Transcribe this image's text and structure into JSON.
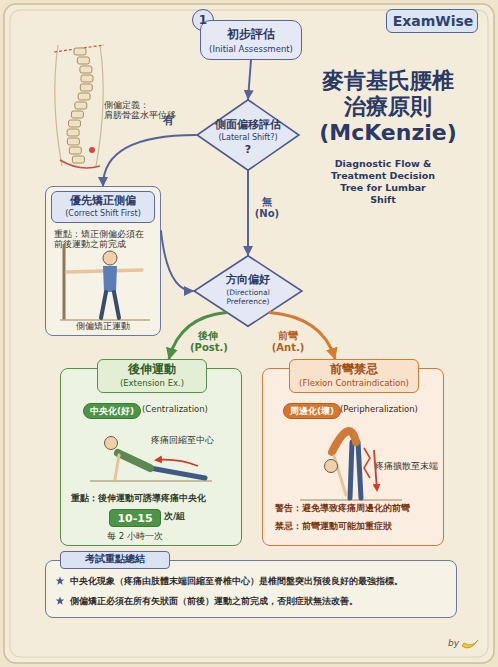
{
  "diagram": {
    "title": "麥肯基氏腰椎 治療原則 (McKenzie)",
    "nodes": [
      {
        "text": [
          "ExamWise"
        ]
      },
      {
        "text": [
          "1"
        ]
      },
      {
        "text": [
          "初步評估",
          "(Initial Assessment)"
        ]
      },
      {
        "text": [
          "側面偏移評估",
          "(Lateral Shift?)",
          "?"
        ]
      },
      {
        "text": [
          "優先矯正側偏",
          "(Correct Shift First)",
          "重點：矯正側偏必須在 前後運動之前完成",
          "側偏矯正運動"
        ]
      },
      {
        "text": [
          "方向偏好",
          "(Directional Preference)"
        ]
      },
      {
        "text": [
          "後伸運動",
          "(Extension Ex.)",
          "疼痛回縮至中心",
          "重點：後伸運動可誘導疼痛中央化"
        ]
      },
      {
        "text": [
          "中央化(好)"
        ],
        "in": 6
      },
      {
        "text": [
          "10-15"
        ],
        "in": 6
      },
      {
        "text": [
          "前彎禁忌",
          "(Flexion Contraindication)",
          "疼痛擴散至末端",
          "警告：避免導致疼痛周邊化的前彎",
          "禁忌：前彎運動可能加重症狀"
        ]
      },
      {
        "text": [
          "周邊化(壞)"
        ],
        "in": 9
      },
      {
        "text": [
          "考試重點總結",
          "中央化現象（疼痛由肢體末端回縮至脊椎中心）是椎間盤突出預後良好的最強指標。",
          "側偏矯正必須在所有矢狀面（前後）運動之前完成，否則症狀無法改善。"
        ]
      }
    ],
    "edges": [
      {
        "from": 2,
        "to": 3,
        "arrow": "to"
      },
      {
        "from": 3,
        "to": 4,
        "label": "有",
        "arrow": "to"
      },
      {
        "from": 3,
        "to": 5,
        "label": "無 (No)",
        "arrow": "to"
      },
      {
        "from": 4,
        "to": 5,
        "arrow": "to"
      },
      {
        "from": 5,
        "to": 6,
        "label": "後伸 (Post.)",
        "arrow": "to"
      },
      {
        "from": 5,
        "to": 9,
        "label": "前彎 (Ant.)",
        "arrow": "to"
      }
    ],
    "labels": [
      "Diagnostic Flow & Treatment Decision Tree for Lumbar Shift",
      "側偏定義： 肩膀骨盆水平位移",
      "(Centralization)",
      "次/組",
      "每 2 小時一次",
      "(Peripheralization)",
      "by"
    ]
  }
}
